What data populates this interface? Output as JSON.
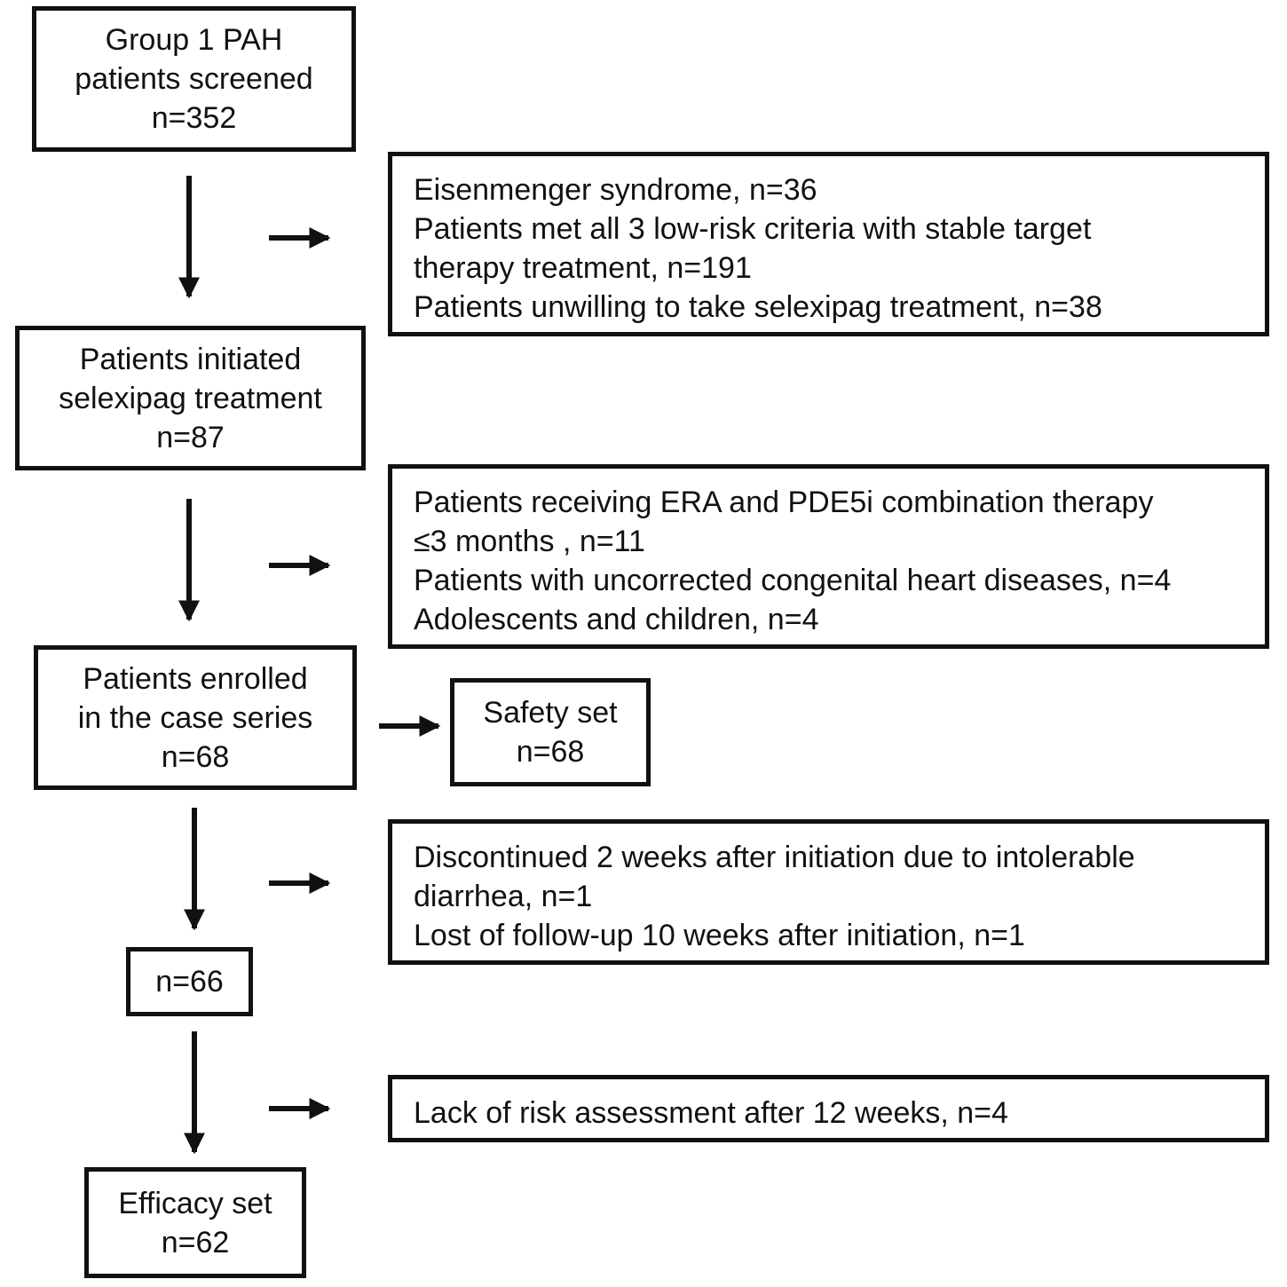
{
  "flow": {
    "screened": [
      "Group 1 PAH",
      "patients screened",
      "n=352"
    ],
    "exclusion1": [
      "Eisenmenger  syndrome, n=36",
      "Patients met all 3 low-risk criteria with stable target",
      "therapy treatment, n=191",
      "Patients unwilling to take selexipag treatment, n=38"
    ],
    "initiated": [
      "Patients initiated",
      "selexipag treatment",
      "n=87"
    ],
    "exclusion2": [
      "Patients receiving ERA and PDE5i combination therapy",
      "≤3 months , n=11",
      "Patients with uncorrected congenital heart diseases, n=4",
      "Adolescents and children, n=4"
    ],
    "enrolled": [
      "Patients enrolled",
      "in the case series",
      "n=68"
    ],
    "safety": [
      "Safety set",
      "n=68"
    ],
    "exclusion3": [
      "Discontinued 2 weeks after initiation due to intolerable",
      "diarrhea, n=1",
      "Lost of follow-up 10 weeks after initiation, n=1"
    ],
    "remaining": [
      "n=66"
    ],
    "exclusion4": [
      "Lack of risk assessment after 12 weeks, n=4"
    ],
    "efficacy": [
      "Efficacy set",
      "n=62"
    ]
  }
}
